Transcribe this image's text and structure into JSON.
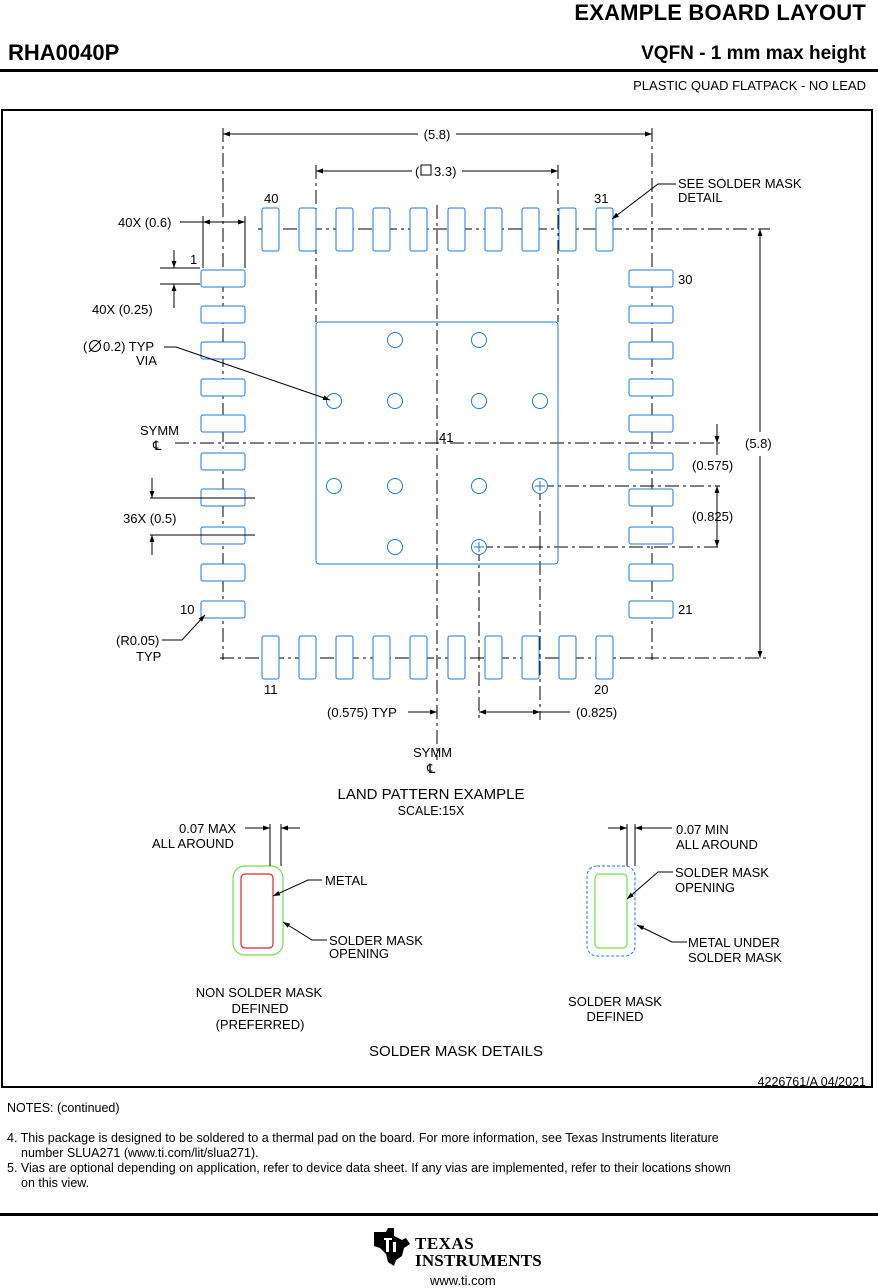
{
  "header": {
    "title": "EXAMPLE BOARD LAYOUT",
    "part_number": "RHA0040P",
    "package": "VQFN - 1 mm max height",
    "description": "PLASTIC QUAD FLATPACK - NO LEAD"
  },
  "land_pattern": {
    "dim_overall_width": "(5.8)",
    "dim_pad_square_prefix": "(",
    "dim_pad_square_value": "3.3)",
    "dim_overall_height": "(5.8)",
    "see_solder_mask_line1": "SEE SOLDER MASK",
    "see_solder_mask_line2": "DETAIL",
    "pin_40": "40",
    "pin_31": "31",
    "pin_1": "1",
    "pin_30": "30",
    "pin_10": "10",
    "pin_21": "21",
    "pin_11": "11",
    "pin_20": "20",
    "thermal_pad": "41",
    "dim_pad_length": "40X (0.6)",
    "dim_pad_width": "40X (0.25)",
    "via_prefix": "(",
    "via_value": "0.2) TYP",
    "via_label": "VIA",
    "symm": "SYMM",
    "centerline_symbol": "℄",
    "dim_pitch": "36X (0.5)",
    "dim_radius": "(R0.05)",
    "dim_radius_typ": "TYP",
    "dim_via_offset_right": "(0.575)",
    "dim_via_pitch_right": "(0.825)",
    "dim_via_offset_bottom": "(0.575) TYP",
    "dim_via_pitch_bottom": "(0.825)",
    "caption": "LAND PATTERN EXAMPLE",
    "scale": "SCALE:15X"
  },
  "solder_mask_details": {
    "nsmd_dim_line1": "0.07 MAX",
    "nsmd_dim_line2": "ALL AROUND",
    "metal": "METAL",
    "nsmd_opening_line1": "SOLDER MASK",
    "nsmd_opening_line2": "OPENING",
    "nsmd_title_line1": "NON SOLDER MASK",
    "nsmd_title_line2": "DEFINED",
    "nsmd_title_line3": "(PREFERRED)",
    "smd_dim_line1": "0.07 MIN",
    "smd_dim_line2": "ALL AROUND",
    "smd_opening_line1": "SOLDER MASK",
    "smd_opening_line2": "OPENING",
    "smd_metal_line1": "METAL UNDER",
    "smd_metal_line2": "SOLDER MASK",
    "smd_title_line1": "SOLDER MASK",
    "smd_title_line2": "DEFINED",
    "caption": "SOLDER MASK DETAILS"
  },
  "drawing_id": "4226761/A   04/2021",
  "notes": {
    "heading": "NOTES: (continued)",
    "note4_line1": "4. This package is designed to be soldered to a thermal pad on the board. For more information, see Texas Instruments literature",
    "note4_line2": "number SLUA271 (www.ti.com/lit/slua271).",
    "note5_line1": "5. Vias are optional depending on application, refer to device data sheet. If any vias are implemented, refer to their locations shown",
    "note5_line2": "on this view."
  },
  "footer": {
    "brand_line1": "TEXAS",
    "brand_line2": "INSTRUMENTS",
    "url": "www.ti.com"
  },
  "colors": {
    "pad_outline": "#1f78d1",
    "metal_outline": "#e0262c",
    "opening_outline": "#7ed957"
  }
}
